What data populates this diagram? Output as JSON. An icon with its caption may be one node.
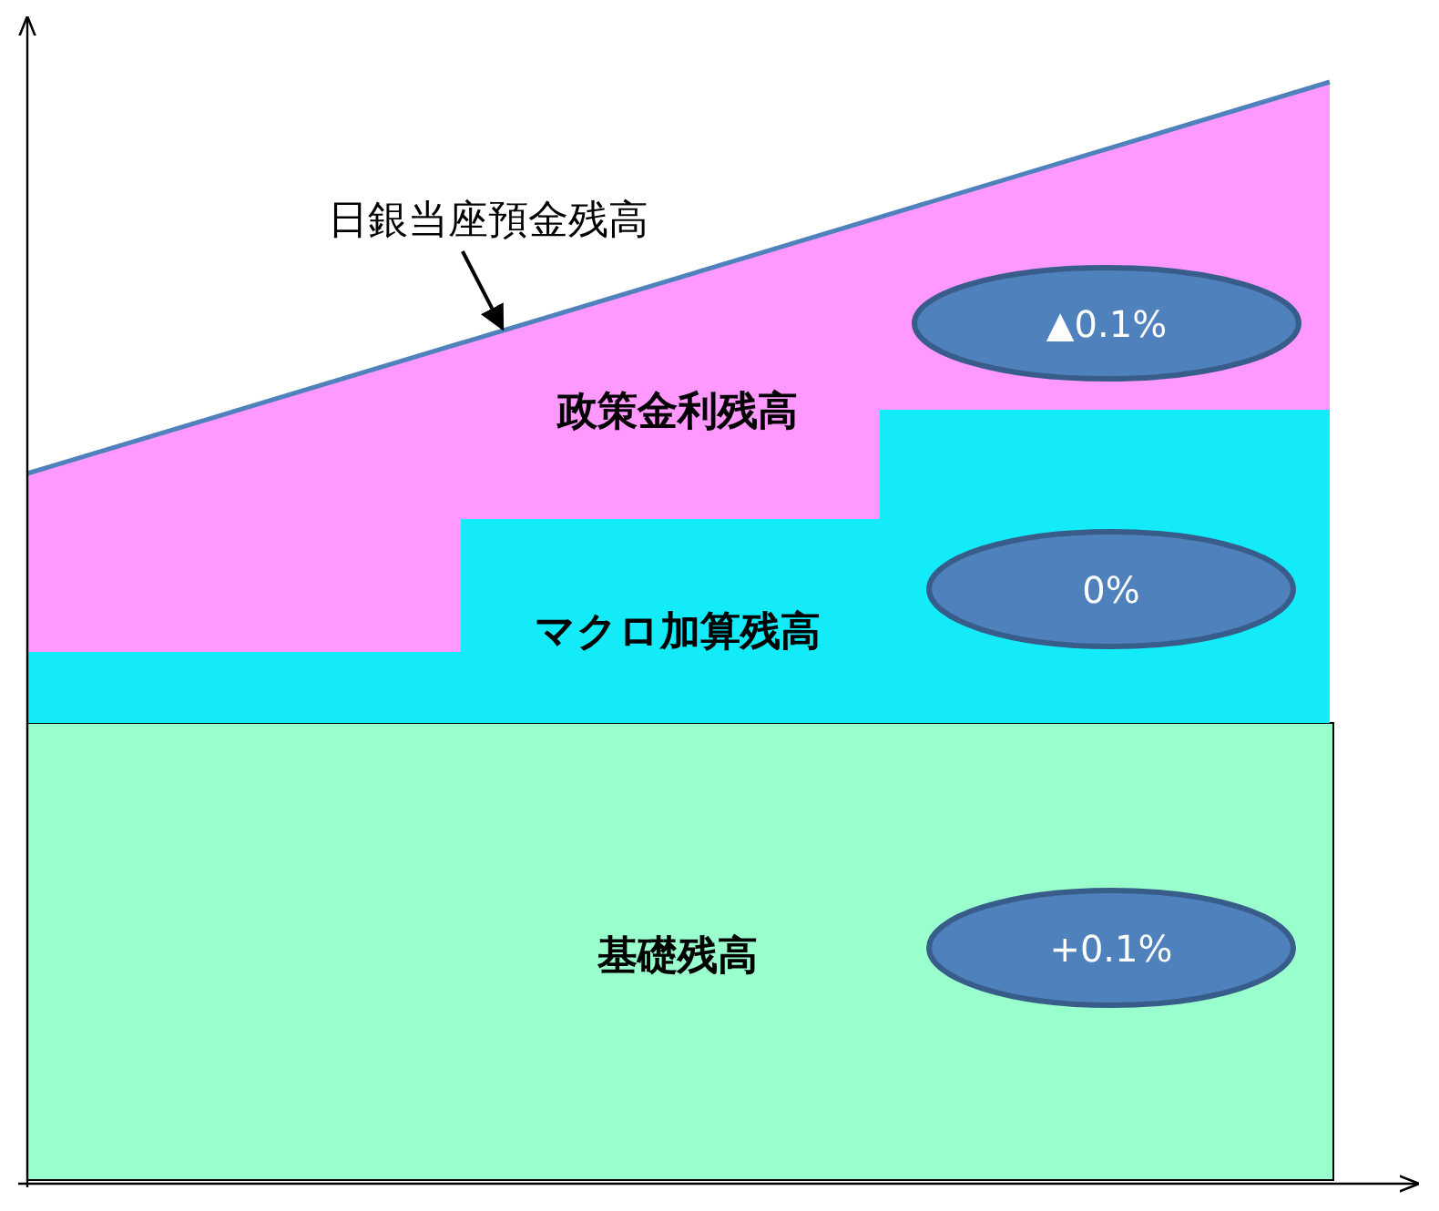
{
  "diagram": {
    "nodes": [
      {
        "text": [
          "政策金利残高"
        ]
      },
      {
        "text": [
          "▲0.1%"
        ],
        "in": 0
      },
      {
        "text": [
          "マクロ加算残高"
        ]
      },
      {
        "text": [
          "0%"
        ],
        "in": 2
      },
      {
        "text": [
          "基礎残高"
        ]
      },
      {
        "text": [
          "+0.1%"
        ],
        "in": 4
      },
      {
        "text": [
          "日銀当座預金残高"
        ]
      }
    ],
    "edges": [
      {
        "from": 6,
        "to": 0,
        "arrow": "to"
      }
    ]
  }
}
